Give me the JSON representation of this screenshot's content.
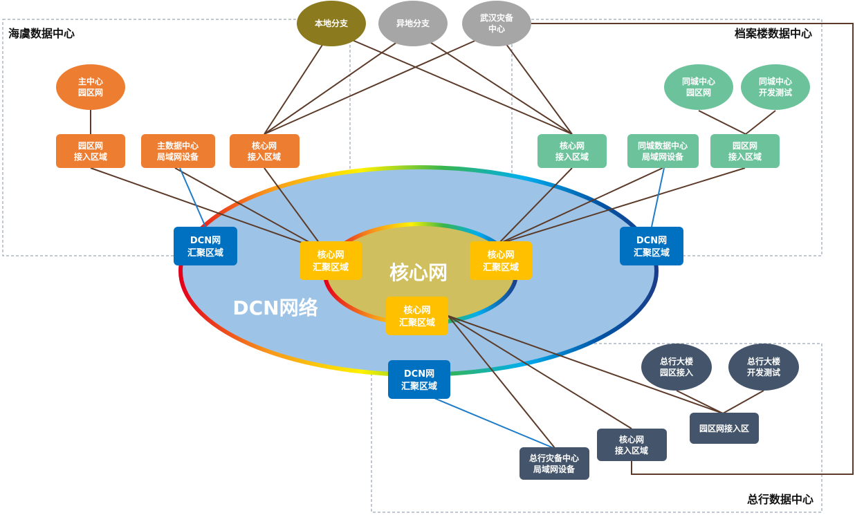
{
  "regions": {
    "haiyu": "海虞数据中心",
    "archive": "档案楼数据中心",
    "head": "总行数据中心"
  },
  "rings": {
    "dcn": "DCN网络",
    "core": "核心网"
  },
  "branches": {
    "local": "本地分支",
    "remote": "异地分支",
    "wuhan": [
      "武汉灾备",
      "中心"
    ]
  },
  "haiyu": {
    "main_campus": [
      "主中心",
      "园区网"
    ],
    "campus_access": [
      "园区网",
      "接入区域"
    ],
    "lan_device": [
      "主数据中心",
      "局域网设备"
    ],
    "core_access": [
      "核心网",
      "接入区域"
    ],
    "dcn_agg": [
      "DCN网",
      "汇聚区域"
    ]
  },
  "archive": {
    "city_campus": [
      "同城中心",
      "园区网"
    ],
    "city_test": [
      "同城中心",
      "开发测试"
    ],
    "core_access": [
      "核心网",
      "接入区域"
    ],
    "lan_device": [
      "同城数据中心",
      "局域网设备"
    ],
    "campus_access": [
      "园区网",
      "接入区域"
    ],
    "dcn_agg": [
      "DCN网",
      "汇聚区域"
    ]
  },
  "core": {
    "agg_left": [
      "核心网",
      "汇聚区域"
    ],
    "agg_right": [
      "核心网",
      "汇聚区域"
    ],
    "agg_bottom": [
      "核心网",
      "汇聚区域"
    ]
  },
  "head": {
    "dcn_agg": [
      "DCN网",
      "汇聚区域"
    ],
    "building_campus": [
      "总行大楼",
      "园区接入"
    ],
    "building_test": [
      "总行大楼",
      "开发测试"
    ],
    "campus_access": "园区网接入区",
    "core_access": [
      "核心网",
      "接入区域"
    ],
    "dr_lan": [
      "总行灾备中心",
      "局域网设备"
    ]
  },
  "colors": {
    "orange": "#ED7D31",
    "green": "#6CC39B",
    "slate": "#44546A",
    "blue": "#0070C0",
    "gold": "#FFC000",
    "olive": "#8C7A1E",
    "gray": "#A6A6A6",
    "link": "#5B3A29",
    "blue_link": "#1F7CC8"
  }
}
